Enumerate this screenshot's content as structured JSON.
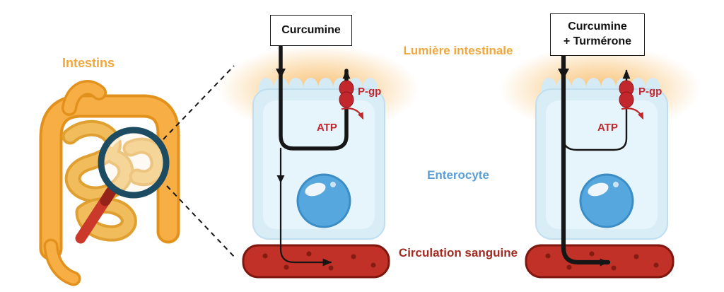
{
  "figure": {
    "intestines_label": "Intestins",
    "zones": {
      "lumen": "Lumière intestinale",
      "enterocyte": "Enterocyte",
      "blood": "Circulation sanguine"
    },
    "panel_curcumin": {
      "title": "Curcumine",
      "pump": "P-gp",
      "energy": "ATP"
    },
    "panel_curcumin_turmerone": {
      "title_line1": "Curcumine",
      "title_line2": "+ Turmérone",
      "pump": "P-gp",
      "energy": "ATP"
    },
    "colors": {
      "lumen_text": "#EFA73E",
      "enterocyte_text": "#5B9FD4",
      "blood_text": "#A12B20",
      "pump_red": "#C1272D",
      "cell_fill": "#D9EDF7",
      "vessel_fill": "#C23127",
      "intestine_orange": "#F5AC42",
      "glow_orange": "#F7A63A",
      "magnifier_rim": "#1D4B61",
      "magnifier_handle": "#CB392B"
    }
  }
}
